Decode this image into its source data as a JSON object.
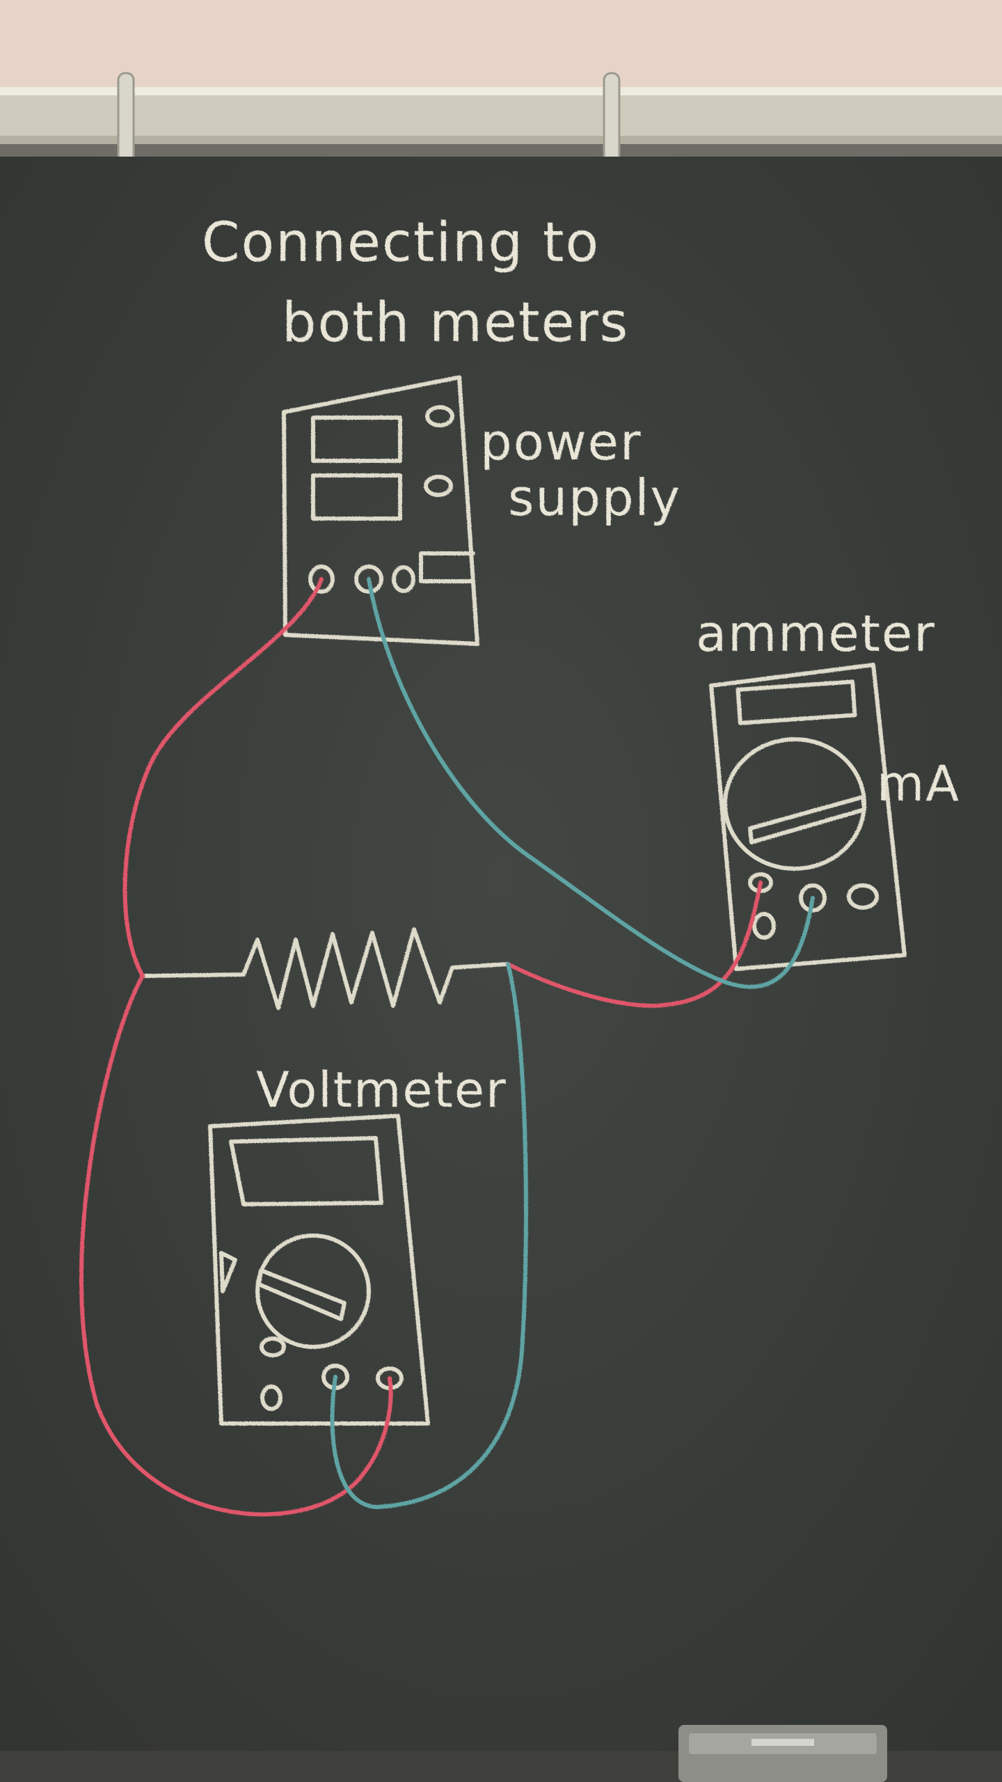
{
  "diagram": {
    "title_line1": "Connecting to",
    "title_line2": "both meters",
    "power_supply_label_line1": "power",
    "power_supply_label_line2": "supply",
    "ammeter_label": "ammeter",
    "ammeter_unit": "mA",
    "voltmeter_label": "Voltmeter"
  },
  "colors": {
    "chalkboard": "#3b3e3b",
    "chalk": "#dedbcb",
    "wall": "#e3d3c6",
    "tray": "#c8c4b4",
    "red_wire": "#e0566a",
    "blue_wire": "#5fa4a4"
  }
}
